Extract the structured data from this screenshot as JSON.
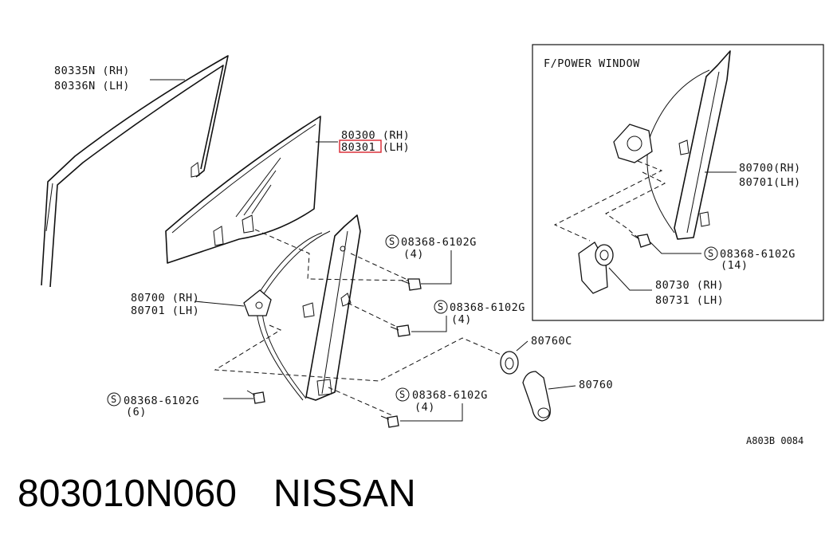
{
  "inset": {
    "title": "F/POWER WINDOW"
  },
  "callouts": {
    "sash_rh": "80335N (RH)",
    "sash_lh": "80336N (LH)",
    "glass_rh": "80300 (RH)",
    "glass_lh": "80301 (LH)",
    "reg_rh": "80700 (RH)",
    "reg_lh": "80701 (LH)",
    "inset_reg_rh": "80700(RH)",
    "inset_reg_lh": "80701(LH)",
    "motor_rh": "80730 (RH)",
    "motor_lh": "80731 (LH)",
    "escutcheon": "80760C",
    "handle": "80760"
  },
  "bolts": [
    {
      "part": "08368-6102G",
      "qty": "(4)"
    },
    {
      "part": "08368-6102G",
      "qty": "(4)"
    },
    {
      "part": "08368-6102G",
      "qty": "(6)"
    },
    {
      "part": "08368-6102G",
      "qty": "(4)"
    },
    {
      "part": "08368-6102G",
      "qty": "(14)"
    }
  ],
  "s_mark": "S",
  "reference_code": "A803B 0084",
  "caption": {
    "part_number": "803010N060",
    "brand": "NISSAN"
  },
  "highlight_color": "#d9232d"
}
